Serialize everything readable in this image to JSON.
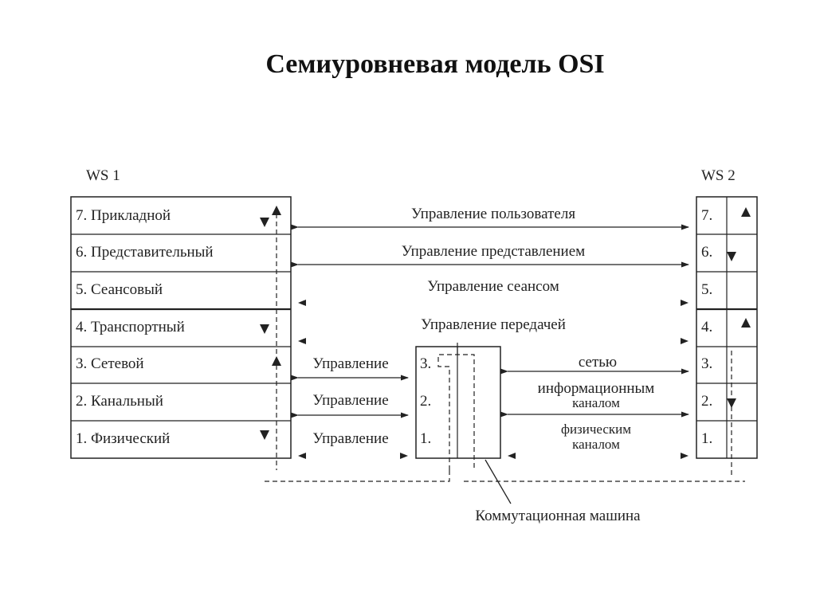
{
  "title": "Семиуровневая модель OSI",
  "ws1": {
    "label": "WS 1",
    "layers": [
      "7. Прикладной",
      "6. Представительный",
      "5. Сеансовый",
      "4. Транспортный",
      "3. Сетевой",
      "2. Канальный",
      "1. Физический"
    ]
  },
  "ws2": {
    "label": "WS 2",
    "layers": [
      "7.",
      "6.",
      "5.",
      "4.",
      "3.",
      "2.",
      "1."
    ]
  },
  "controls": {
    "user": "Управление пользователя",
    "presentation": "Управление представлением",
    "session": "Управление сеансом",
    "transfer": "Управление передачей",
    "network": "Управление",
    "datalink": "Управление",
    "physical": "Управление"
  },
  "right_controls": {
    "network": "сетью",
    "datalink_1": "информационным",
    "datalink_2": "каналом",
    "physical_1": "физическим",
    "physical_2": "каналом"
  },
  "switch": {
    "layers": [
      "3.",
      "2.",
      "1."
    ],
    "caption": "Коммутационная машина"
  }
}
